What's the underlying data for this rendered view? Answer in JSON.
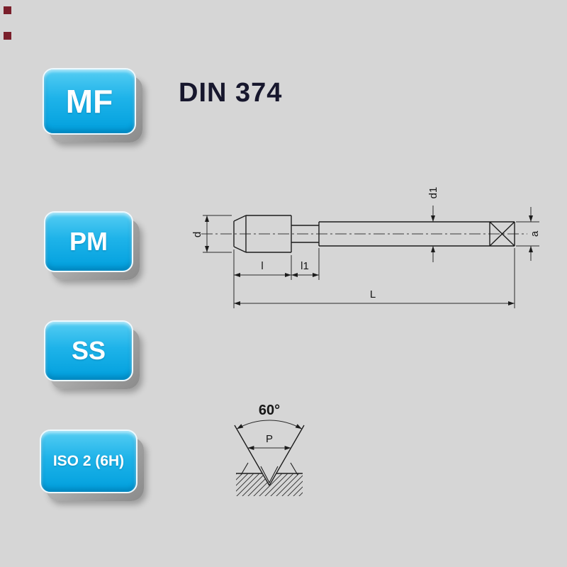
{
  "badges": {
    "mf": "MF",
    "pm": "PM",
    "ss": "SS",
    "iso": "ISO 2 (6H)"
  },
  "standard": "DIN 374",
  "dimensions": {
    "d": "d",
    "d1": "d1",
    "a": "a",
    "l": "l",
    "l1": "l1",
    "L": "L"
  },
  "profile": {
    "angle": "60°",
    "pitch": "P"
  },
  "colors": {
    "background": "#d6d6d6",
    "badge_blue": "#00a5e3",
    "heading": "#17172d",
    "line": "#1c1c1c"
  }
}
